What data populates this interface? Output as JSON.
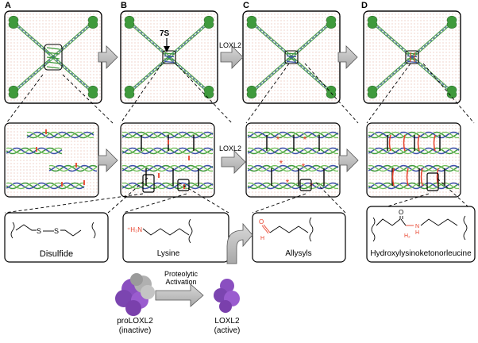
{
  "panels": [
    {
      "letter": "A"
    },
    {
      "letter": "B"
    },
    {
      "letter": "C"
    },
    {
      "letter": "D"
    }
  ],
  "labels": {
    "seven_s": "7S",
    "loxl2_top": "LOXL2",
    "loxl2_mid": "LOXL2",
    "disulfide": "Disulfide",
    "lysine": "Lysine",
    "allysyls": "Allysyls",
    "hydroxy": "Hydroxylysinoketonorleucine",
    "proteolytic_line1": "Proteolytic",
    "proteolytic_line2": "Activation",
    "proloxl2": "proLOXL2",
    "inactive": "(inactive)",
    "loxl2_bottom": "LOXL2",
    "active": "(active)"
  },
  "chem": {
    "s1": "S",
    "s2": "S",
    "h3n": "⁺H₃N",
    "o_ald": "O",
    "h_ald": "H",
    "o_keto": "O",
    "h2": "H₂",
    "nh_n": "N",
    "nh_h": "H"
  },
  "colors": {
    "bg_dot": "#e8b4a8",
    "collagen_green": "#3f9a3c",
    "collagen_blue": "#3a4fa8",
    "crosslink_red": "#e8402a",
    "molecule_purple": "#8a4fc0",
    "molecule_gray": "#a8a8a8",
    "arrow_gray": "#b8b8b8"
  }
}
